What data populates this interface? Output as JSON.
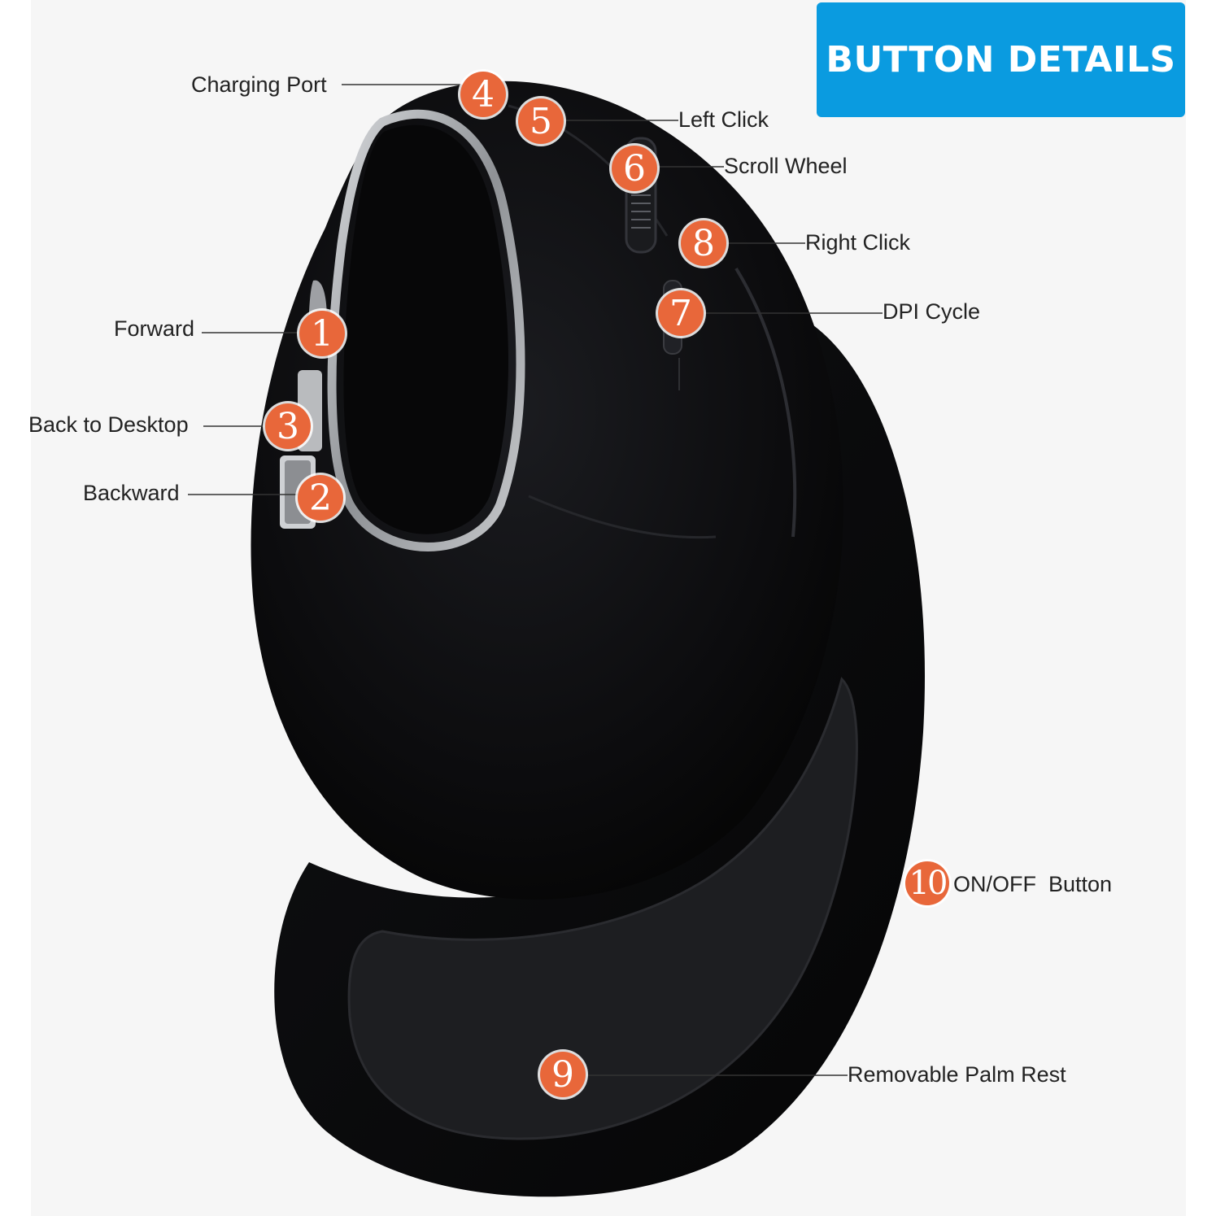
{
  "header": {
    "title": "BUTTON DETAILS"
  },
  "colors": {
    "title_bg": "#0a9be0",
    "badge": "#e8673a",
    "mouse_body": "#0e0e10",
    "accent_ring": "#a7a9ad"
  },
  "callouts": [
    {
      "number": "1",
      "label": "Forward"
    },
    {
      "number": "2",
      "label": "Backward"
    },
    {
      "number": "3",
      "label": "Back to Desktop"
    },
    {
      "number": "4",
      "label": "Charging Port"
    },
    {
      "number": "5",
      "label": "Left Click"
    },
    {
      "number": "6",
      "label": "Scroll Wheel"
    },
    {
      "number": "7",
      "label": "DPI Cycle"
    },
    {
      "number": "8",
      "label": "Right Click"
    },
    {
      "number": "9",
      "label": "Removable Palm Rest"
    },
    {
      "number": "10",
      "label": "ON/OFF  Button"
    }
  ]
}
